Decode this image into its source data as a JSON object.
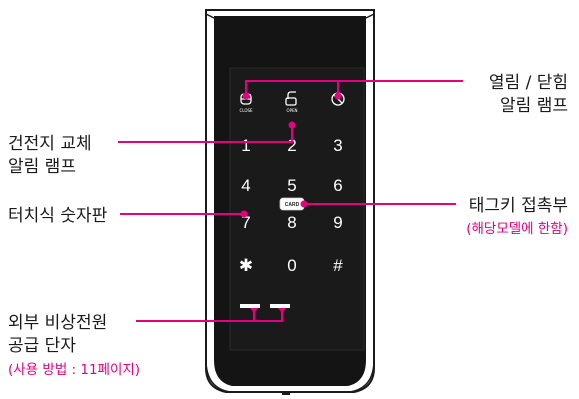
{
  "labels": {
    "open_close_lamp": [
      "열림 / 닫힘",
      "알림 램프"
    ],
    "battery_lamp": [
      "건전지 교체",
      "알림 램프"
    ],
    "touch_keypad": "터치식 숫자판",
    "tag_key_contact": "태그키 접촉부",
    "tag_key_note": "(해당모델에 한함)",
    "external_power": [
      "외부 비상전원",
      "공급 단자"
    ],
    "external_power_note": "(사용 방법 : 11페이지)"
  },
  "device": {
    "lamp_close": "CLOSE",
    "lamp_open": "OPEN",
    "card": "CARD",
    "keys": [
      [
        "1",
        "2",
        "3"
      ],
      [
        "4",
        "5",
        "6"
      ],
      [
        "7",
        "8",
        "9"
      ],
      [
        "✱",
        "0",
        "#"
      ]
    ]
  },
  "colors": {
    "accent": "#e6007e",
    "device": "#141414",
    "text": "#1a1a1a"
  }
}
